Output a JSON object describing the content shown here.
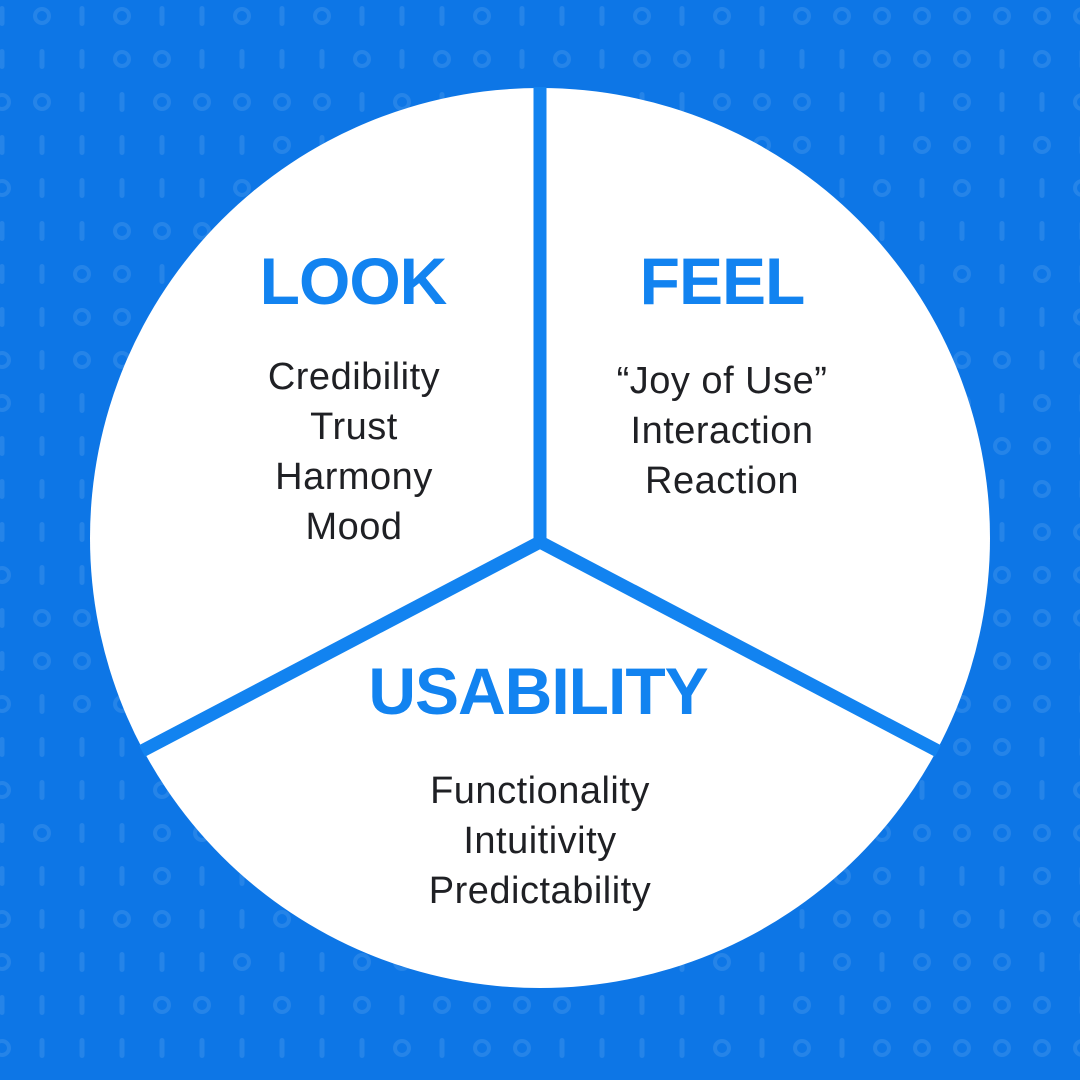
{
  "page": {
    "title": "Look · Feel · Usability pie diagram"
  },
  "colors": {
    "background": "#0d76e6",
    "accent": "#1283f0",
    "circle_fill": "#ffffff",
    "body_text": "#1f2024",
    "pattern_glyph": "rgba(255,255,255,0.10)"
  },
  "diagram": {
    "type": "pie",
    "segment_count": 3,
    "segments": [
      {
        "id": "look",
        "label": "LOOK",
        "items": [
          "Credibility",
          "Trust",
          "Harmony",
          "Mood"
        ]
      },
      {
        "id": "feel",
        "label": "FEEL",
        "items": [
          "“Joy of Use”",
          "Interaction",
          "Reaction"
        ]
      },
      {
        "id": "usability",
        "label": "USABILITY",
        "items": [
          "Functionality",
          "Intuitivity",
          "Predictability"
        ]
      }
    ]
  }
}
